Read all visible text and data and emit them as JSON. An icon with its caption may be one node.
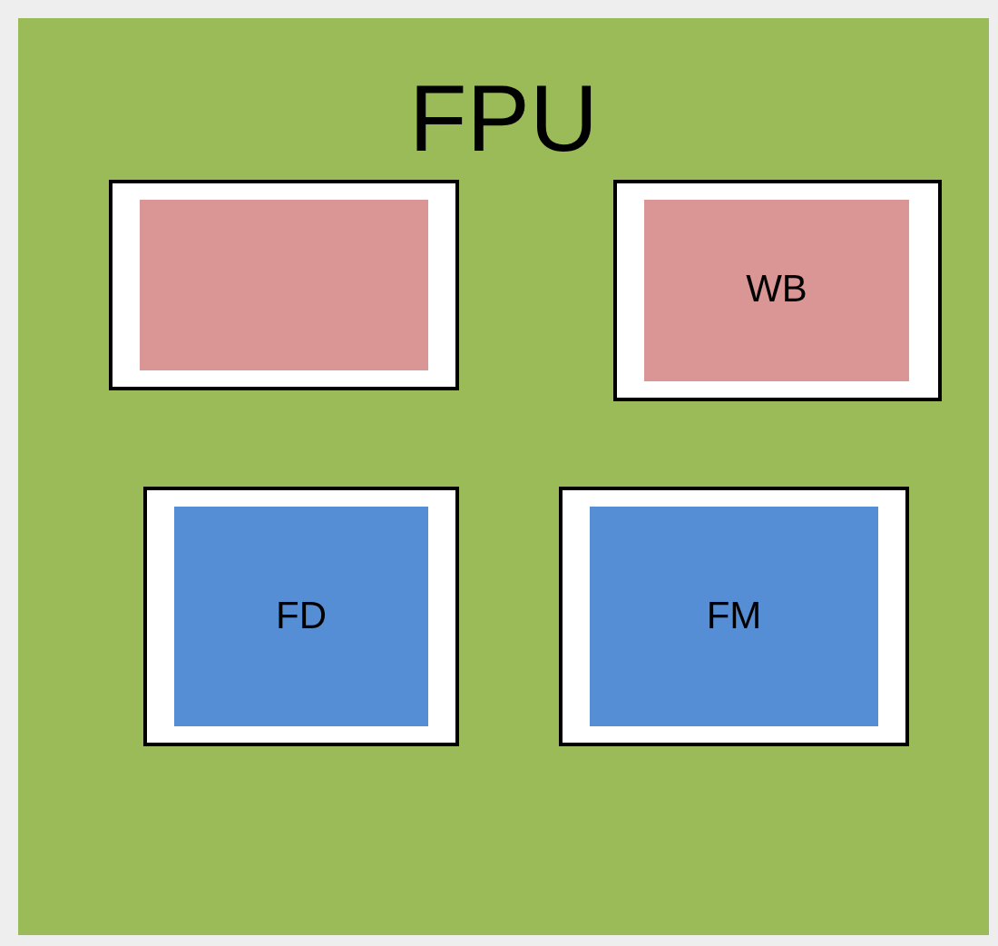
{
  "diagram": {
    "nodes": [
      {
        "text": [
          "FPU"
        ]
      },
      {
        "text": [],
        "shape": "box",
        "in": 0
      },
      {
        "text": [],
        "shape": "box",
        "in": 1
      },
      {
        "text": [],
        "shape": "box",
        "in": 0
      },
      {
        "text": [
          "WB"
        ],
        "in": 3
      },
      {
        "text": [],
        "shape": "box",
        "in": 0
      },
      {
        "text": [
          "FD"
        ],
        "in": 5
      },
      {
        "text": [],
        "shape": "box",
        "in": 0
      },
      {
        "text": [
          "FM"
        ],
        "in": 7
      }
    ]
  }
}
